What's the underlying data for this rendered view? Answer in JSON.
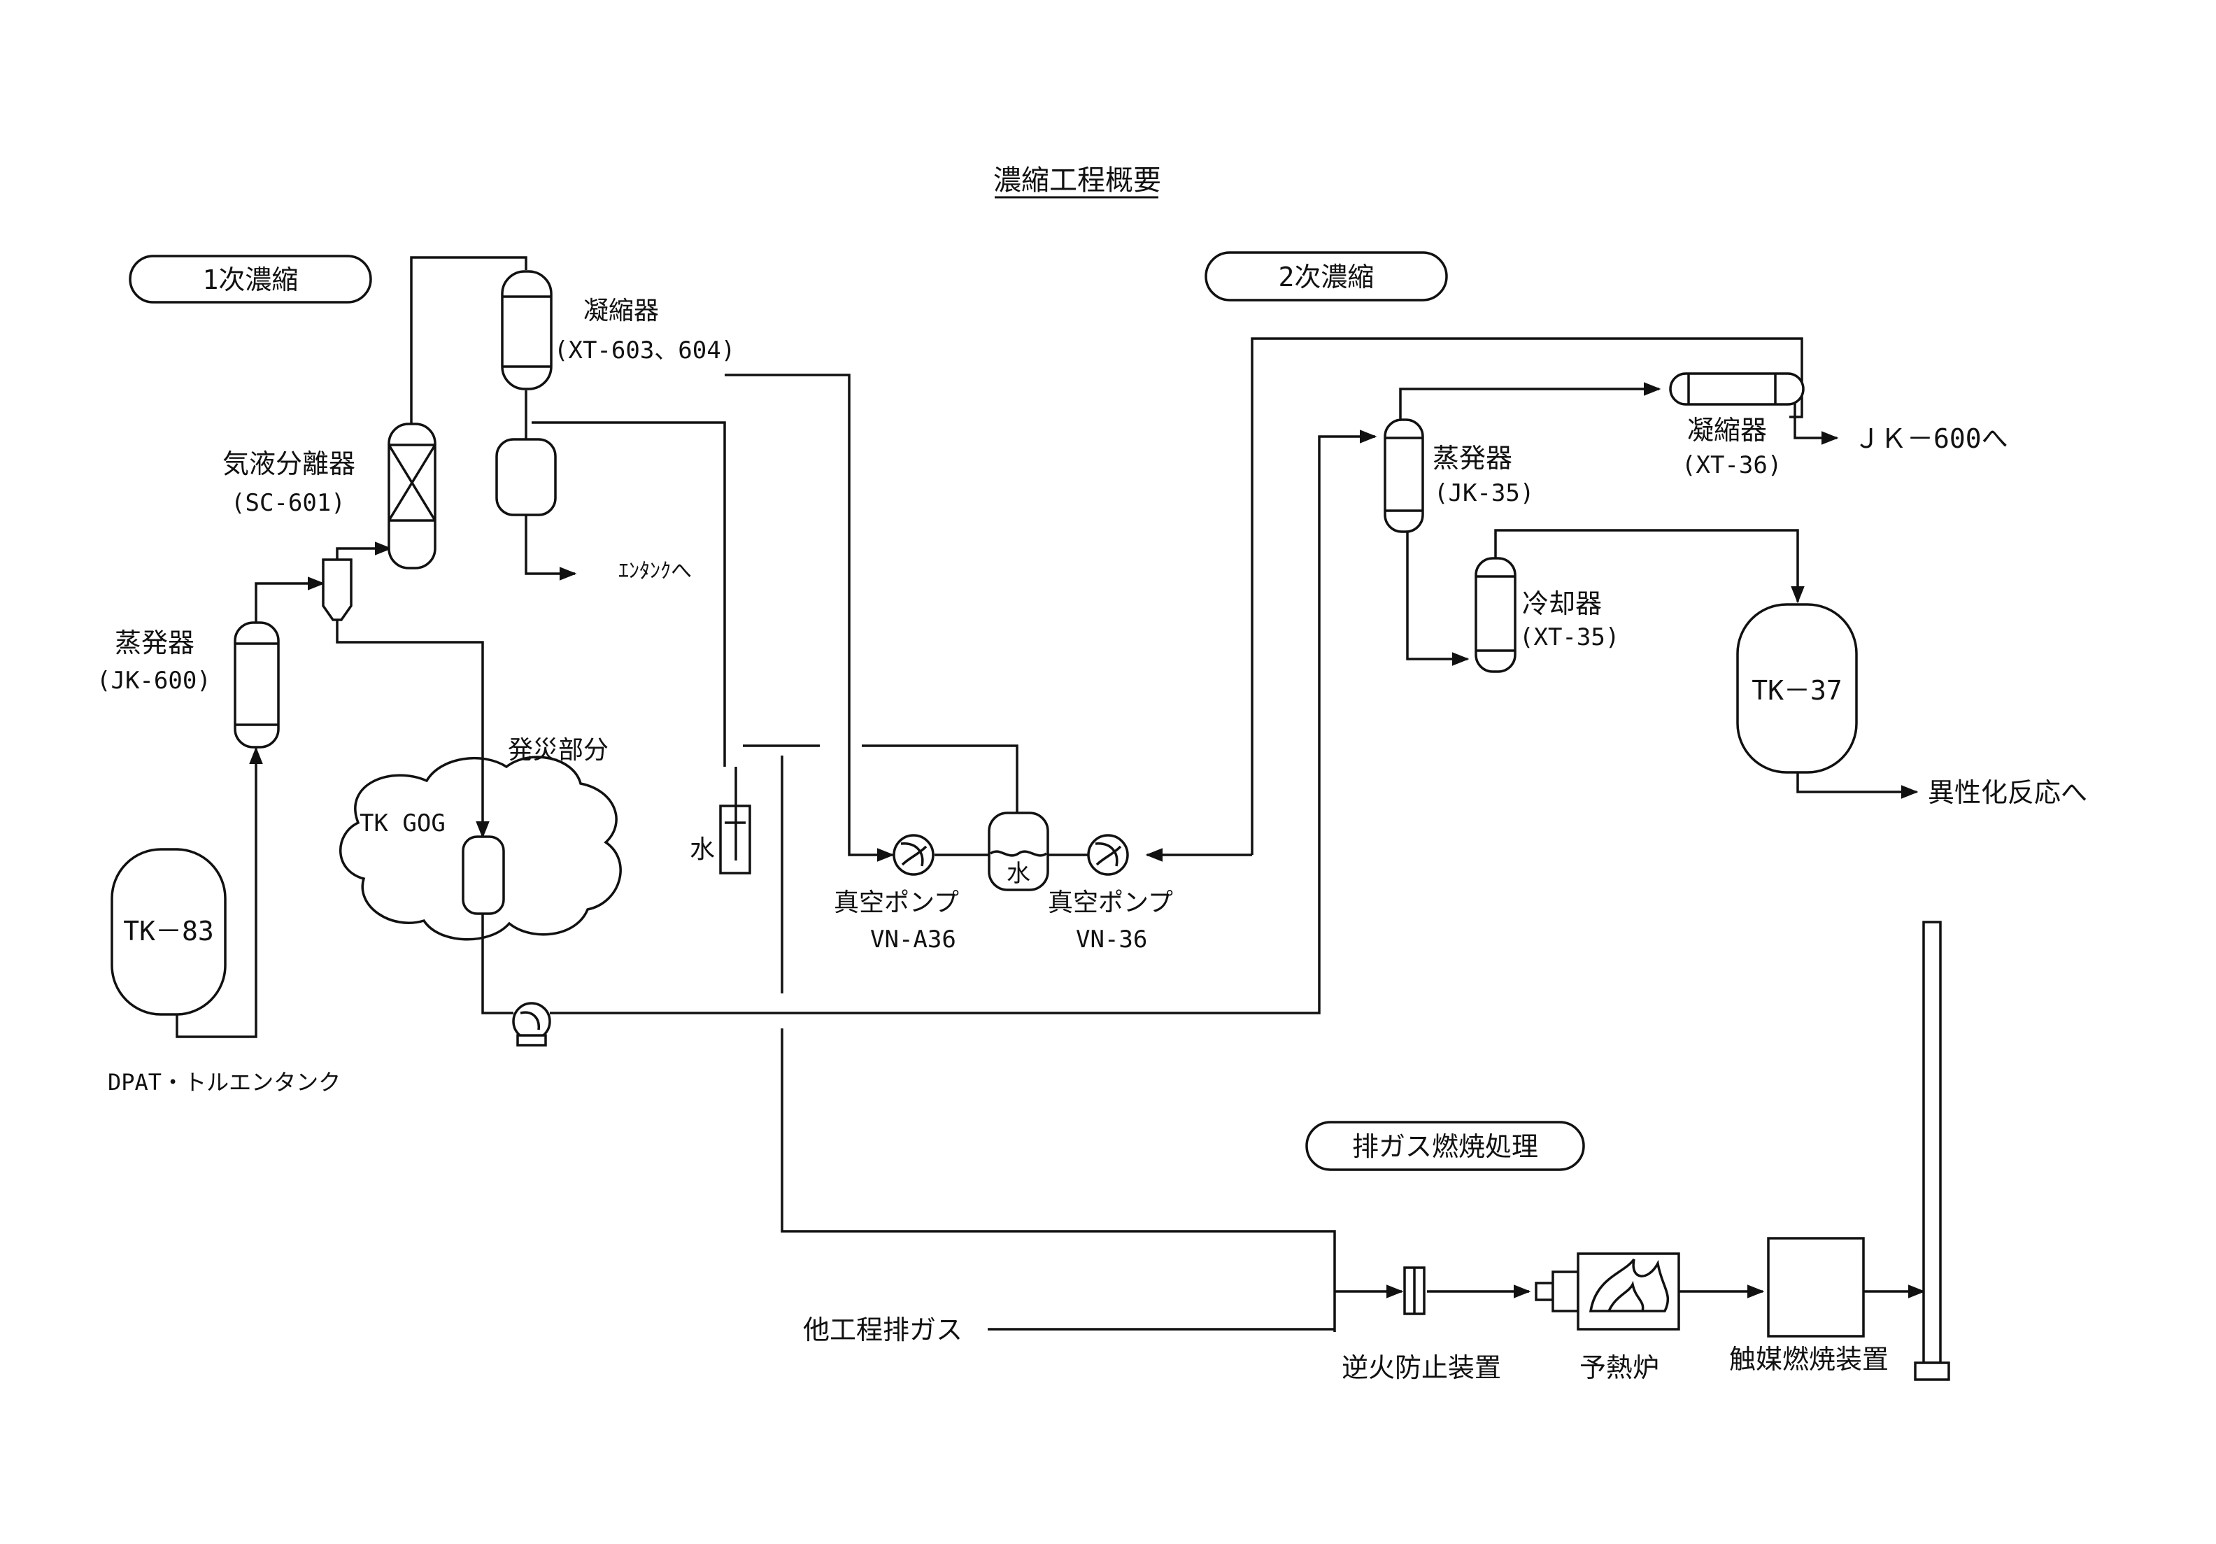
{
  "title": "濃縮工程概要",
  "sections": {
    "primary": "1次濃縮",
    "secondary": "2次濃縮",
    "exhaust": "排ガス燃焼処理"
  },
  "labels": {
    "condenser_1_name": "凝縮器",
    "condenser_1_tag": "(XT-603、604)",
    "separator_name": "気液分離器",
    "separator_tag": "(SC-601)",
    "evaporator_1_name": "蒸発器",
    "evaporator_1_tag": "(JK-600)",
    "tank_83": "TK－83",
    "tank_83_source": "DPAT・トルエンタンク",
    "fire_area": "発災部分",
    "tank_gog": "TK GOG",
    "to_ethanol_tank": "ｴﾝﾀﾝｸへ",
    "water_seal": "水",
    "pump_a36_name": "真空ポンプ",
    "pump_a36_tag": "VN-A36",
    "vessel_water": "水",
    "pump_36_name": "真空ポンプ",
    "pump_36_tag": "VN-36",
    "evaporator_2_name": "蒸発器",
    "evaporator_2_tag": "(JK-35)",
    "condenser_2_name": "凝縮器",
    "condenser_2_tag": "(XT-36)",
    "to_jk600": "ＪＫ－600へ",
    "cooler_name": "冷却器",
    "cooler_tag": "(XT-35)",
    "tank_37": "TK－37",
    "to_isomerization": "異性化反応へ",
    "other_exhaust": "他工程排ガス",
    "flame_arrester": "逆火防止装置",
    "preheater": "予熱炉",
    "catalytic_combustor": "触媒燃焼装置"
  }
}
